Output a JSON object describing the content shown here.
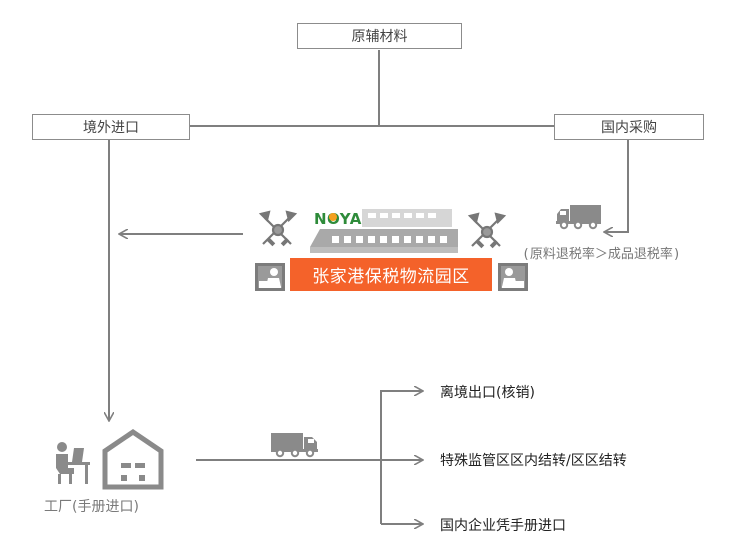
{
  "nodes": {
    "raw_materials": "原辅材料",
    "overseas_import": "境外进口",
    "domestic_purchase": "国内采购"
  },
  "park": {
    "logo_text": "NOYA",
    "name": "张家港保税物流园区"
  },
  "rebate_note": "(原料退税率＞成品退税率)",
  "factory_label": "工厂(手册进口)",
  "outputs": [
    "离境出口(核销)",
    "特殊监管区区内结转/区区结转",
    "国内企业凭手册进口"
  ],
  "colors": {
    "accent": "#f4622a",
    "line": "#7f7f7f",
    "icon": "#8a8a8a"
  },
  "icons": [
    "customs-emblem-icon",
    "inspection-officer-icon",
    "delivery-truck-icon",
    "worker-at-desk-icon",
    "factory-house-icon"
  ]
}
